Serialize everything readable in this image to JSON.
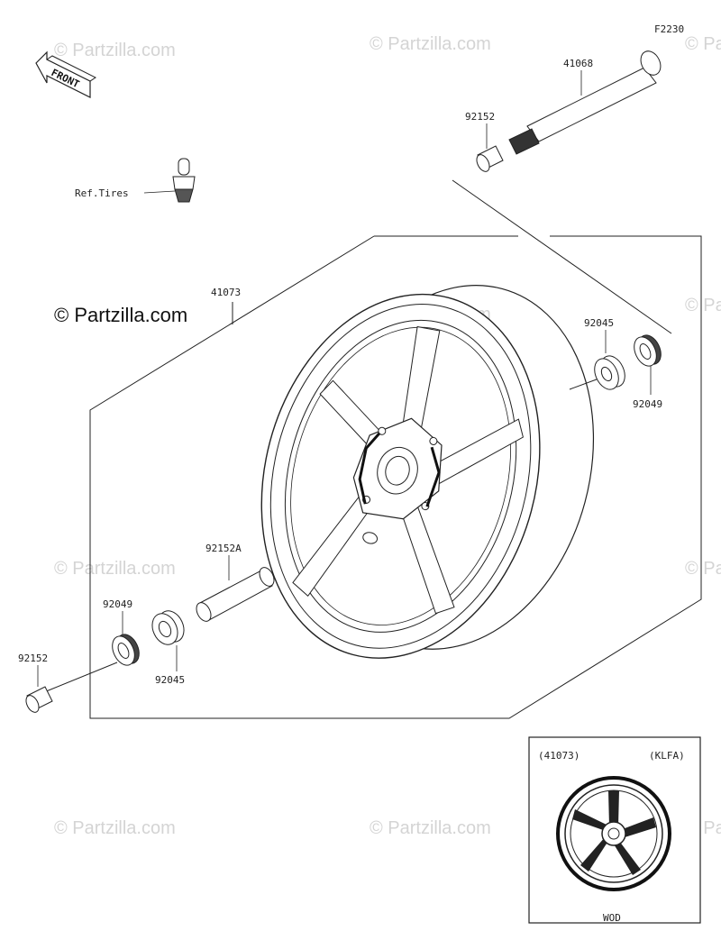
{
  "diagram_code": "F2230",
  "copyright": "© Partzilla.com",
  "watermark": "© Partzilla.com",
  "front_label": "FRONT",
  "ref_tires": "Ref.Tires",
  "parts": {
    "axle": "41068",
    "collar_top": "92152",
    "wheel": "41073",
    "bearing_right": "92045",
    "seal_right": "92049",
    "spacer": "92152A",
    "seal_left": "92049",
    "bearing_left": "92045",
    "collar_left": "92152"
  },
  "inset": {
    "part_number": "(41073)",
    "variant": "(KLFA)",
    "color_code": "WOD"
  }
}
